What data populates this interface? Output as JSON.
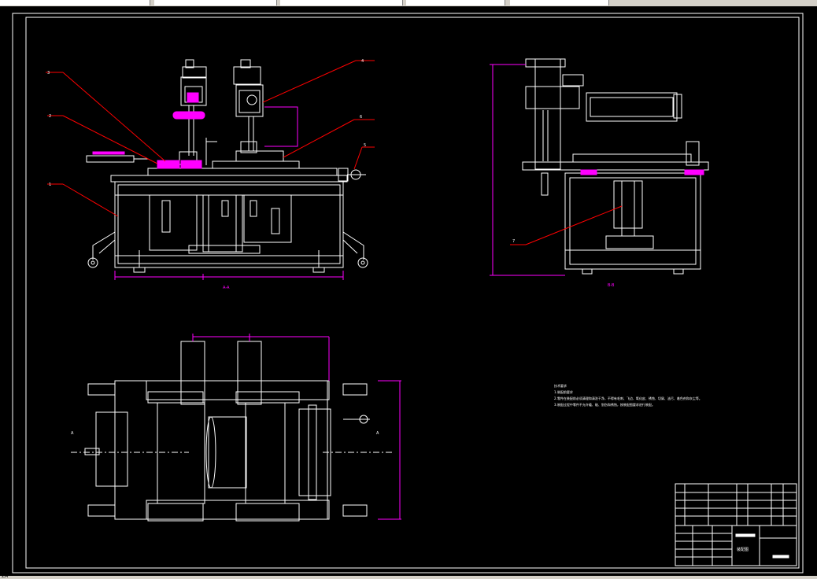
{
  "window": {
    "toolbar_segments": [
      "toolbar-dropdown-1",
      "toolbar-dropdown-2",
      "toolbar-dropdown-3",
      "toolbar-dropdown-4",
      "toolbar-dropdown-5"
    ],
    "status_text": "ZA"
  },
  "drawing": {
    "colors": {
      "background": "#000000",
      "linework": "#ffffff",
      "leaders": "#ff0000",
      "dimensions": "#ff00ff",
      "frame": "#ffffff"
    },
    "balloons_front": [
      "3",
      "2",
      "1",
      "4",
      "6",
      "5"
    ],
    "balloons_side": [
      "7"
    ],
    "front_view_label": "A-A",
    "side_view_label": "B-B",
    "section_marker": "A",
    "tech_notes_title": "技术要求",
    "tech_notes": [
      "1.装配前要求",
      "2.零件在装配前必须清理和清洗干净，不得有毛刺、飞边、氧化皮、锈蚀、切屑、油污、着色剂和灰尘等。",
      "3.装配过程中零件不允许磕、碰、划伤和锈蚀，按装配图要求进行装配。"
    ],
    "title_block_label": "装配图"
  }
}
